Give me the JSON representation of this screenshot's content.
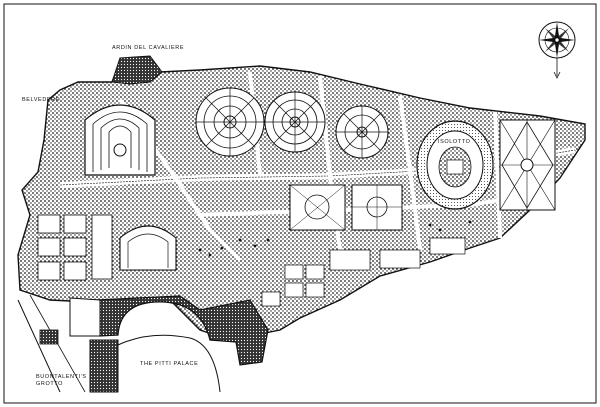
{
  "map": {
    "labels": {
      "belvedere": "BELVEDERE",
      "giardino_cavaliere": "ARDIN DEL CAVALIERE",
      "pitti_palace": "THE PITTI PALACE",
      "isolotto": "ISOLOTTO",
      "grotto": "BUONTALENTI'S GROTTO"
    },
    "colors": {
      "ink": "#111111",
      "paper": "#ffffff",
      "shade": "#2a2a2a"
    },
    "icons": {
      "compass": "compass-rose-icon"
    }
  }
}
